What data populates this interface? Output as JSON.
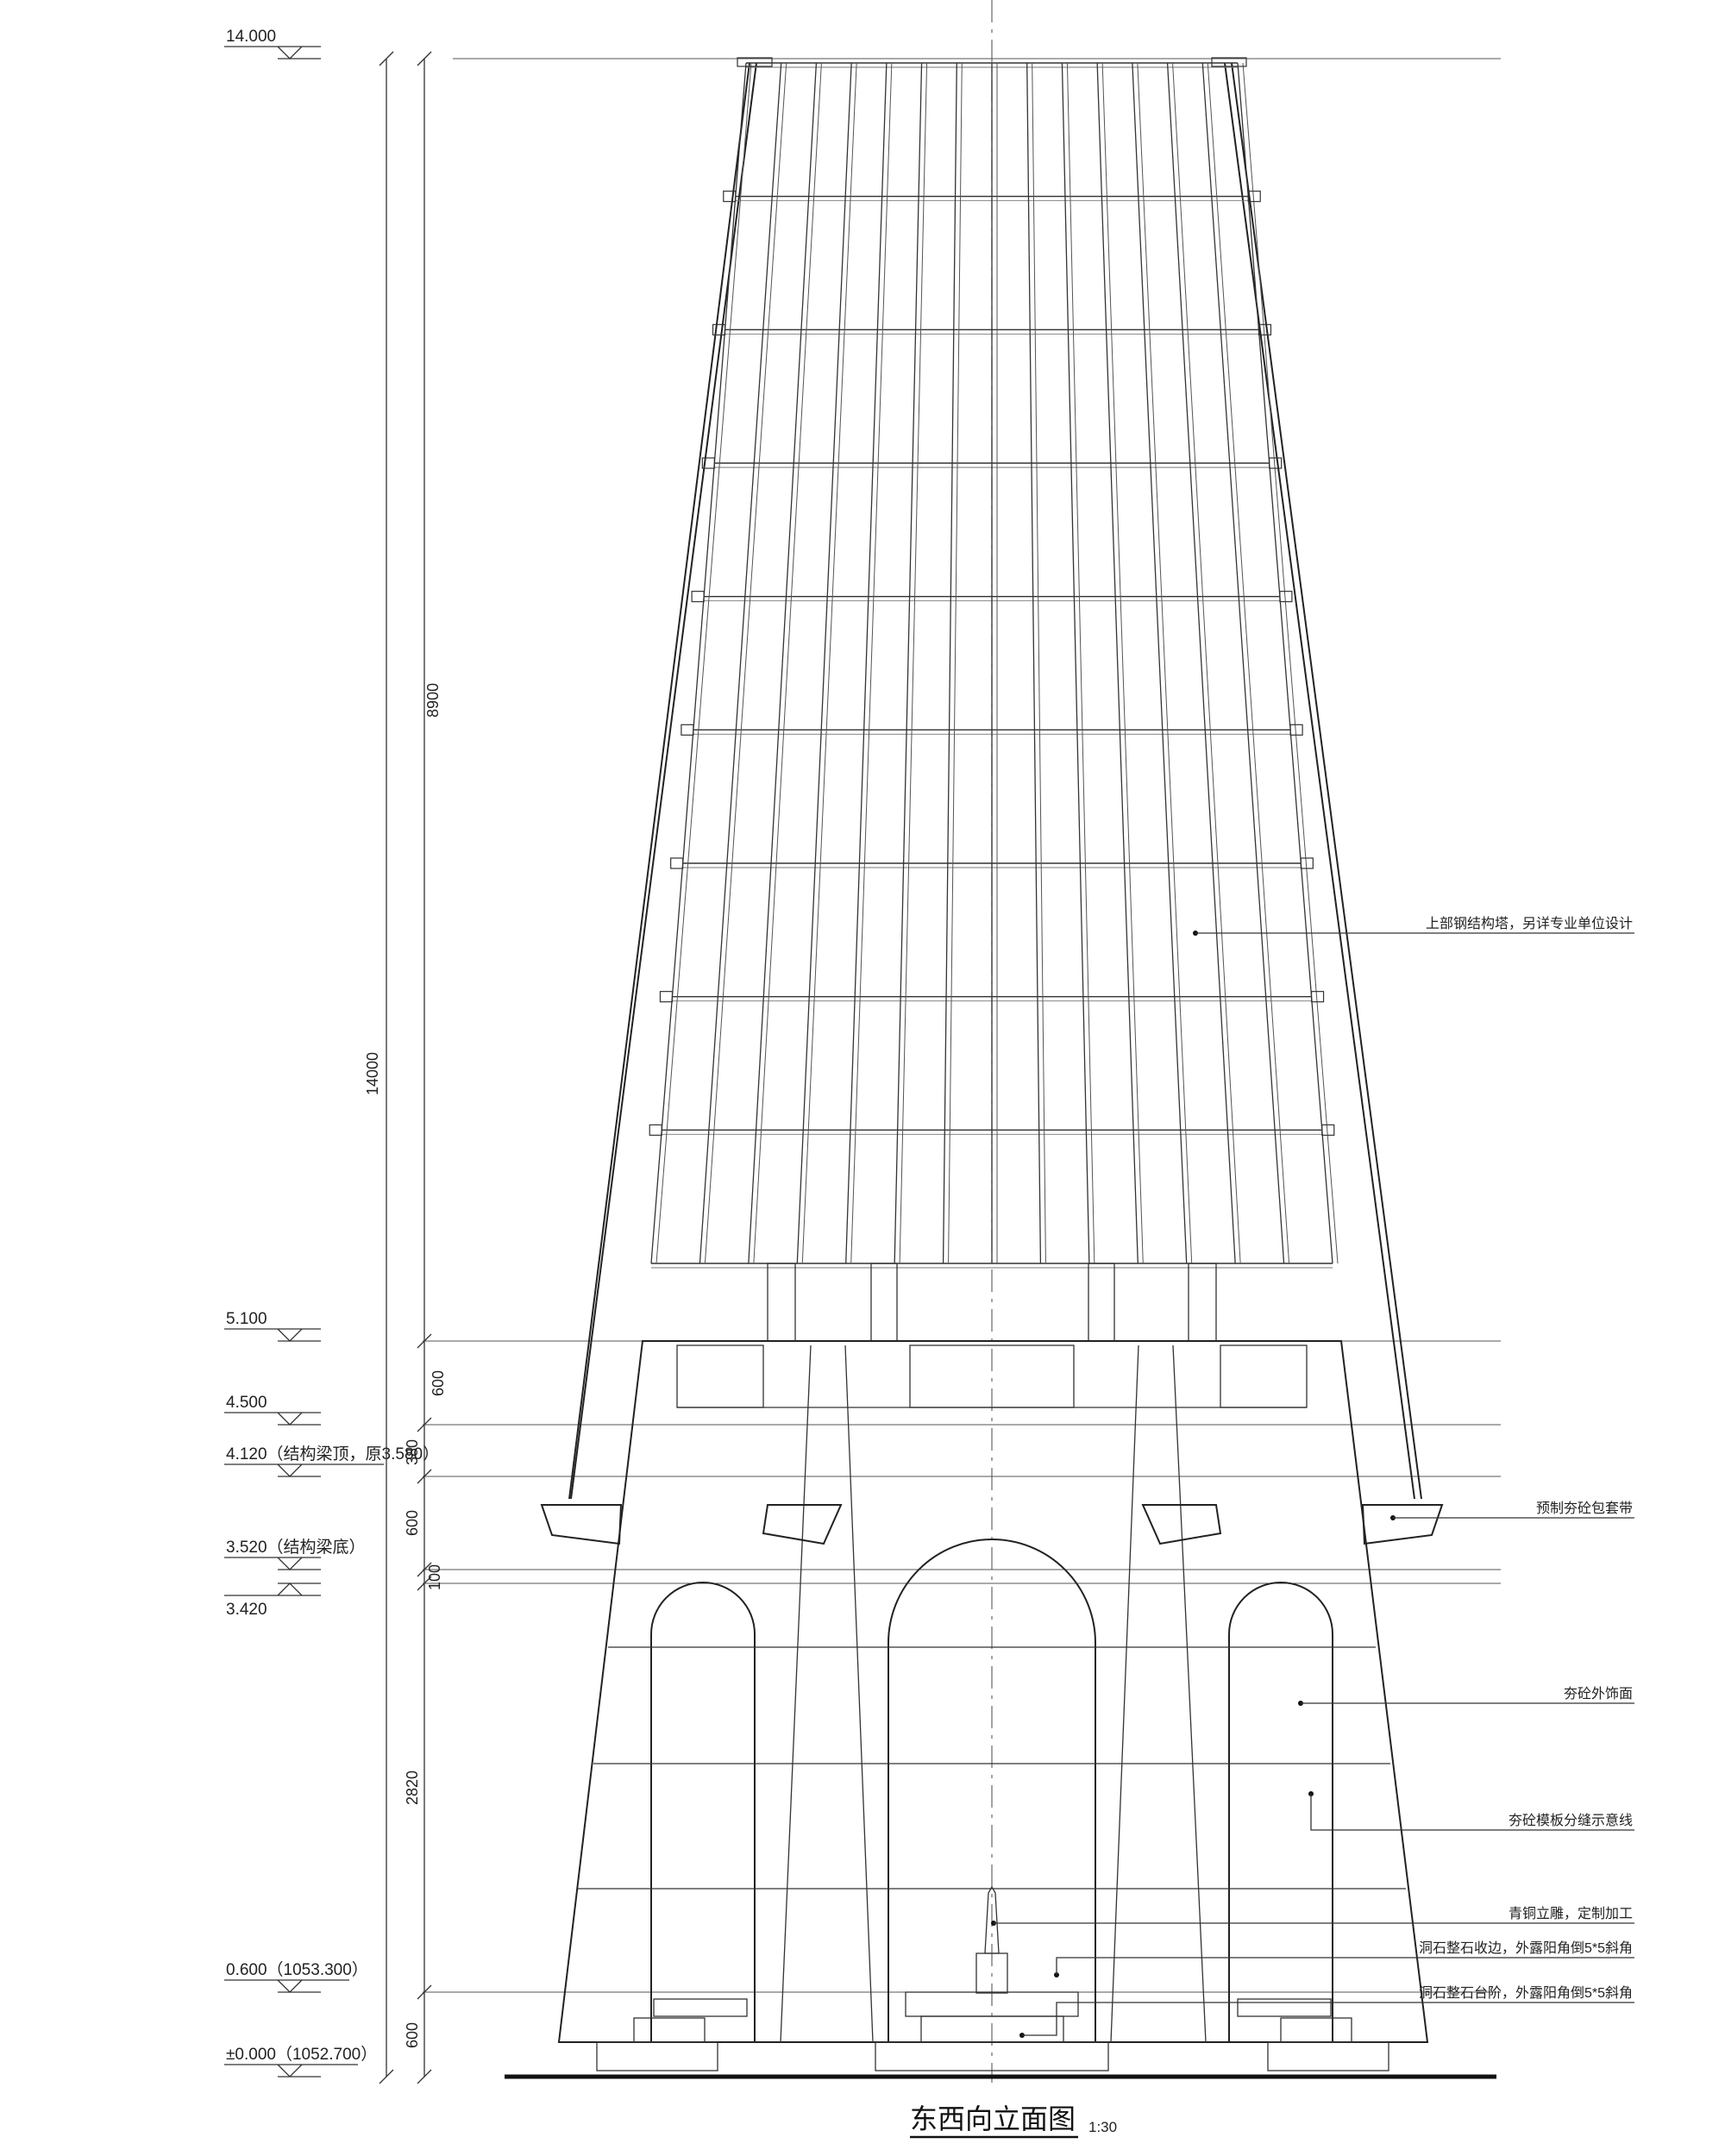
{
  "drawing": {
    "title": "东西向立面图",
    "scale": "1:30"
  },
  "elevations": [
    {
      "id": "el-14000",
      "label": "14.000"
    },
    {
      "id": "el-5100",
      "label": "5.100"
    },
    {
      "id": "el-4500",
      "label": "4.500"
    },
    {
      "id": "el-4120",
      "label": "4.120（结构梁顶，原3.580）"
    },
    {
      "id": "el-3520",
      "label": "3.520（结构梁底）"
    },
    {
      "id": "el-3420",
      "label": "3.420"
    },
    {
      "id": "el-0600",
      "label": "0.600（1053.300）"
    },
    {
      "id": "el-0000",
      "label": "±0.000（1052.700）"
    }
  ],
  "dimensions": {
    "total": "14000",
    "upper": "8900",
    "d600a": "600",
    "d380": "380",
    "d600b": "600",
    "d100": "100",
    "d2820": "2820",
    "d600c": "600"
  },
  "notes": [
    {
      "id": "note-steel",
      "text": "上部钢结构塔，另详专业单位设计"
    },
    {
      "id": "note-band",
      "text": "预制夯砼包套带"
    },
    {
      "id": "note-facade",
      "text": "夯砼外饰面"
    },
    {
      "id": "note-panel",
      "text": "夯砼模板分缝示意线"
    },
    {
      "id": "note-bronze",
      "text": "青铜立雕，定制加工"
    },
    {
      "id": "note-edge",
      "text": "洞石整石收边，外露阳角倒5*5斜角"
    },
    {
      "id": "note-step",
      "text": "洞石整石台阶，外露阳角倒5*5斜角"
    }
  ]
}
